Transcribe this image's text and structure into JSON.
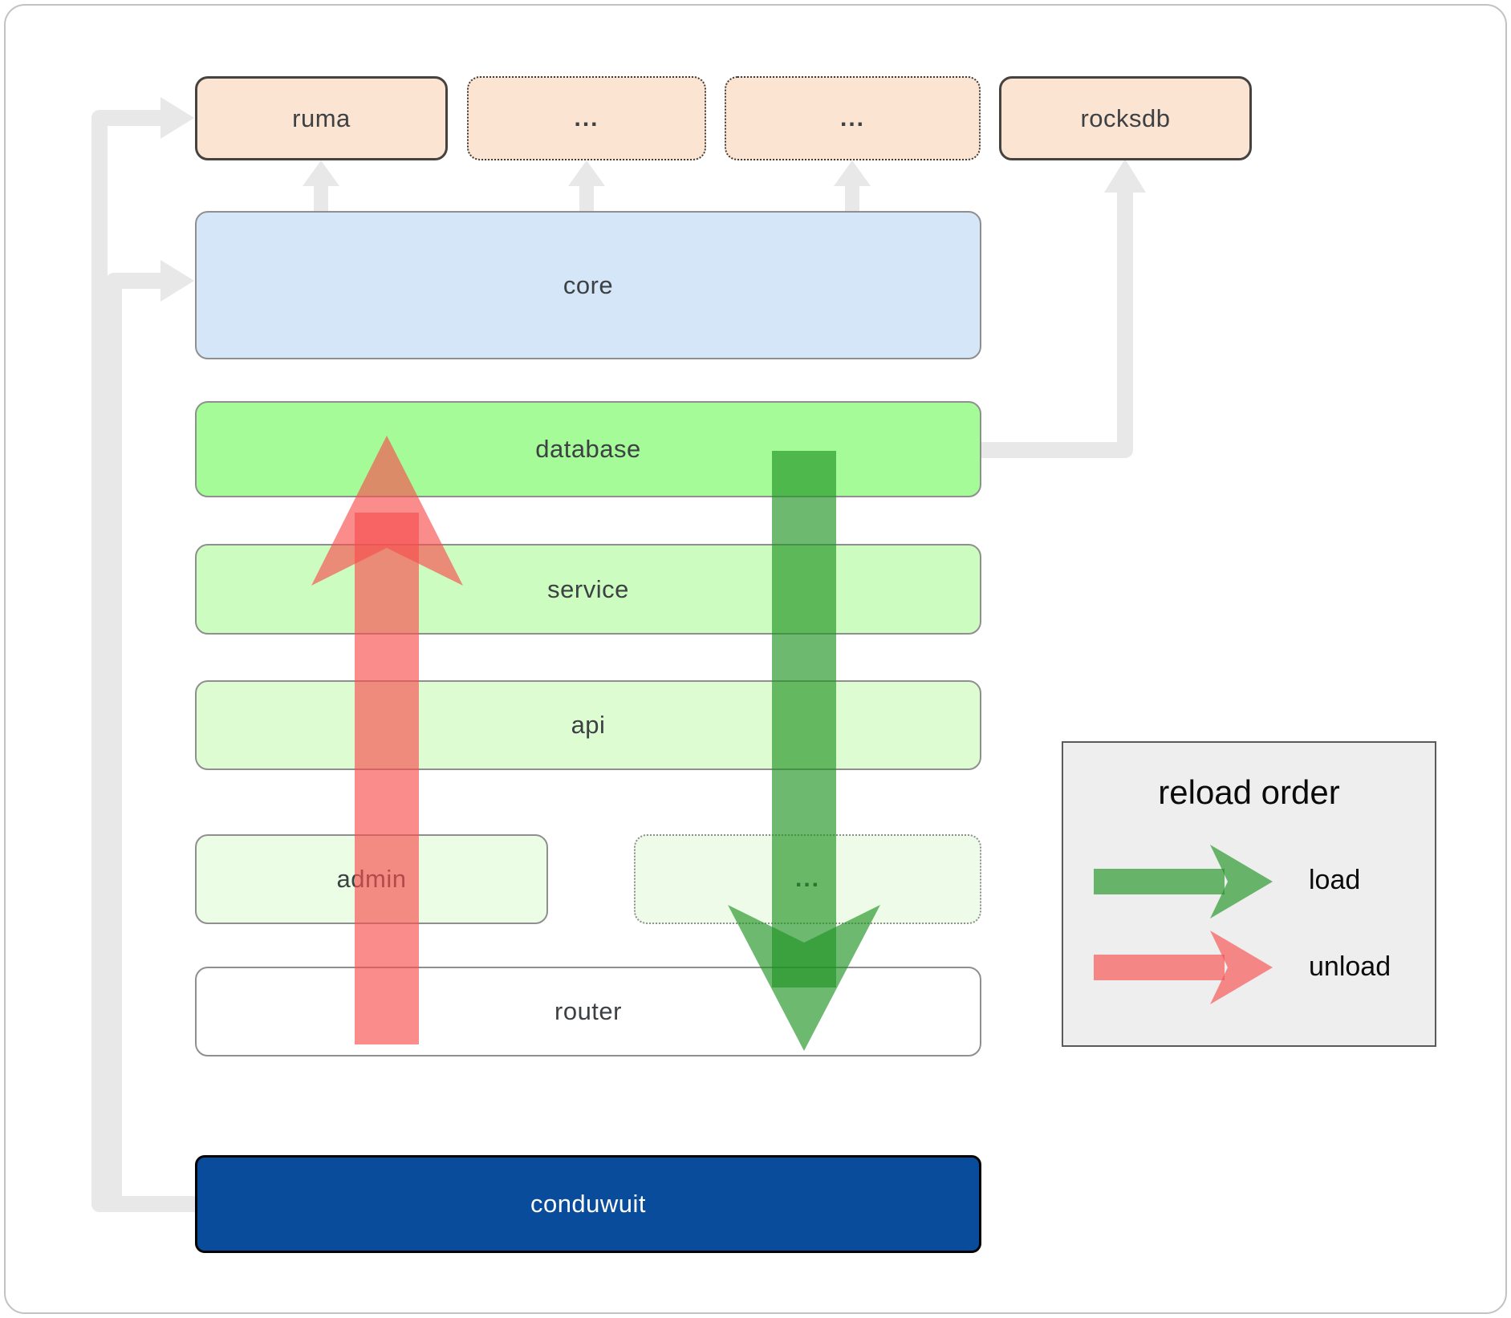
{
  "boxes": {
    "ruma": {
      "label": "ruma"
    },
    "ellipsis1": {
      "label": "..."
    },
    "ellipsis2": {
      "label": "..."
    },
    "rocksdb": {
      "label": "rocksdb"
    },
    "core": {
      "label": "core"
    },
    "database": {
      "label": "database"
    },
    "service": {
      "label": "service"
    },
    "api": {
      "label": "api"
    },
    "admin": {
      "label": "admin"
    },
    "admin_ellipsis": {
      "label": "..."
    },
    "router": {
      "label": "router"
    },
    "conduwuit": {
      "label": "conduwuit"
    }
  },
  "legend": {
    "title": "reload order",
    "load_label": "load",
    "unload_label": "unload"
  },
  "colors": {
    "load_green": "#219424",
    "unload_red": "#f74e4e",
    "connector_gray": "#e8e8e8",
    "conduwuit_blue": "#0a4c9c",
    "peach": "#fce4d2",
    "core_blue": "#d4e6f8",
    "database_green": "#a5fb97",
    "service_green": "#cdfcc0",
    "api_green": "#defcd2",
    "admin_green": "#ebfde4",
    "legend_bg": "#eeeeee"
  }
}
